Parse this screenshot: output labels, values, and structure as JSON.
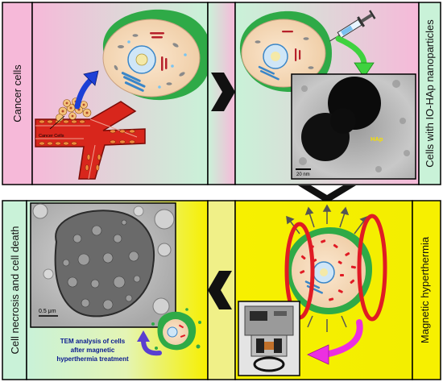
{
  "panels": {
    "cancer_cells": {
      "label": "Cancer cells",
      "inset_label": "Cancer Cells"
    },
    "cells_with_np": {
      "label": "Cells with IO-HAp nanoparticles",
      "tem_tag": "HAp",
      "scale_bar": "20 nm"
    },
    "magnetic_hyperthermia": {
      "label": "Magnetic hyperthermia"
    },
    "cell_death": {
      "label": "Cell necrosis and cell death",
      "scale_bar": "0.5 μm",
      "caption_line1": "TEM analysis of cells",
      "caption_line2": "after magnetic",
      "caption_line3": "hyperthermia treatment"
    }
  },
  "colors": {
    "pink": "#f6b9d9",
    "mint": "#c9f2d8",
    "yellow": "#f7f000",
    "cell_green": "#2faa47",
    "cell_cyto": "#f4d9b8",
    "blood_red": "#d8261c",
    "coil_red": "#e01b24",
    "arrow_blue": "#1d3fd6",
    "arrow_green": "#3fd23f",
    "arrow_magenta": "#ec2fe0"
  }
}
